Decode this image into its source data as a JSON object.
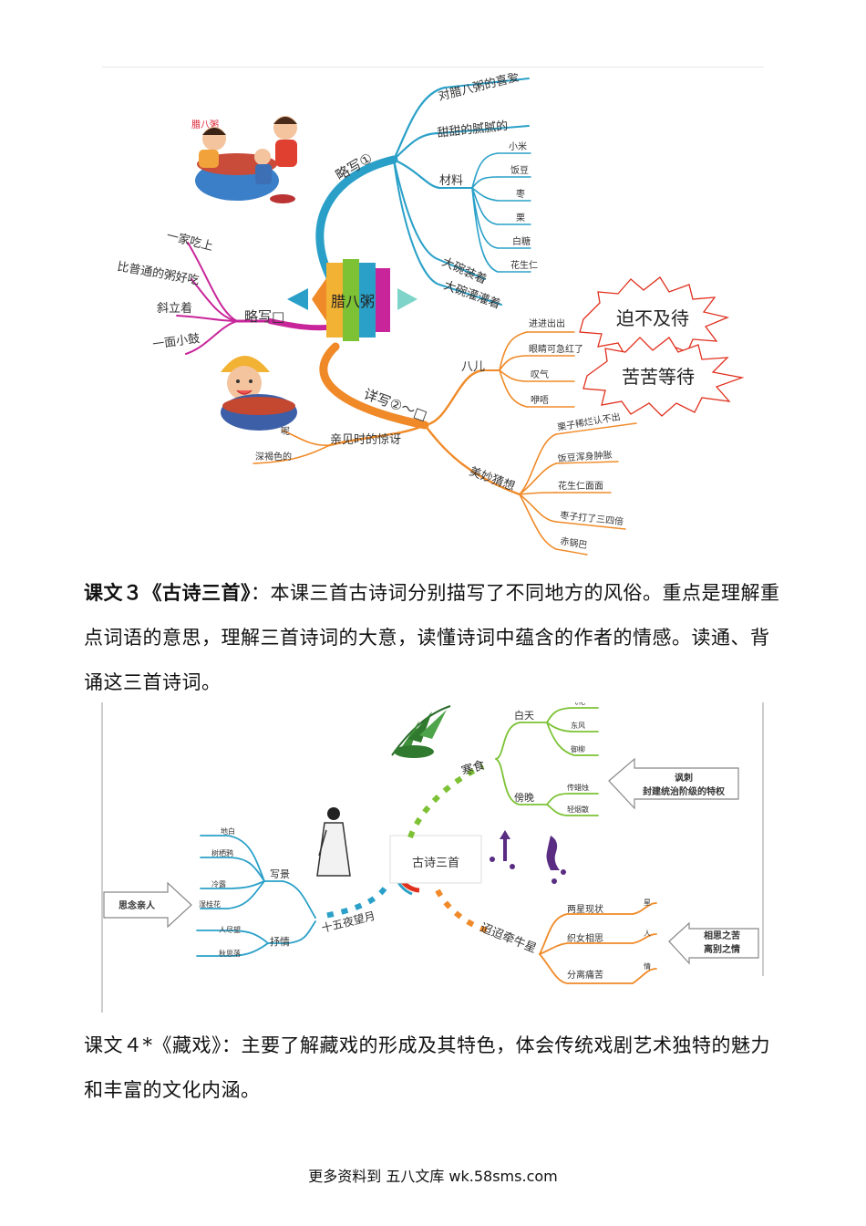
{
  "mindmap1": {
    "center": "腊八粥",
    "top_branch": {
      "label": "略写①",
      "items": [
        "对腊八粥的喜爱",
        "甜甜的腻腻的"
      ],
      "material": {
        "label": "材料",
        "items": [
          "小米",
          "饭豆",
          "枣",
          "栗",
          "白糖",
          "花生仁"
        ]
      },
      "tail": [
        "大碗装着",
        "大碗灌灌着"
      ]
    },
    "left_branch": {
      "label": "略写□",
      "items": [
        "一家吃上",
        "比普通的粥好吃",
        "斜立着",
        "一面小鼓"
      ]
    },
    "bottom_branch": {
      "label": "详写②～□",
      "baer": {
        "label": "八儿",
        "items": [
          "进进出出",
          "眼睛可急红了",
          "叹气",
          "咿唔"
        ]
      },
      "guess": {
        "label": "美妙猜想",
        "items": [
          "栗子稀烂认不出",
          "饭豆浑身肿胀",
          "花生仁面面",
          "枣子打了三四倍",
          "赤锅巴"
        ]
      },
      "surprise": {
        "label": "亲见时的惊讶",
        "items": [
          "呢",
          "深褐色的"
        ]
      }
    },
    "bursts": [
      "迫不及待",
      "苦苦等待"
    ],
    "illustration_caption": "腊八粥"
  },
  "para1": {
    "bold": "课文３《古诗三首》",
    "text": "：本课三首古诗词分别描写了不同地方的风俗。重点是理解重点词语的意思，理解三首诗词的大意，读懂诗词中蕴含的作者的情感。读通、背诵这三首诗词。"
  },
  "mindmap2": {
    "center": "古诗三首",
    "hanshi": {
      "label": "寒食",
      "day": {
        "label": "白天",
        "items": [
          "飞花",
          "东风",
          "御柳"
        ]
      },
      "evening": {
        "label": "傍晚",
        "items": [
          "传蜡烛",
          "轻烟散"
        ]
      },
      "note": [
        "讽刺",
        "封建统治阶级的特权"
      ]
    },
    "shiwu": {
      "label": "十五夜望月",
      "scene": {
        "label": "写景",
        "items": [
          "地白",
          "树栖鸦",
          "冷露",
          "湿桂花"
        ]
      },
      "emotion": {
        "label": "抒情",
        "items": [
          "人尽望",
          "秋思落"
        ]
      },
      "note": "思念亲人"
    },
    "tiaotiao": {
      "label": "迢迢牵牛星",
      "items": [
        "两星现状",
        "织女相思",
        "分离痛苦"
      ],
      "marks": [
        "星",
        "人",
        "情"
      ],
      "note": [
        "相思之苦",
        "离别之情"
      ]
    }
  },
  "para2": {
    "text": "课文４*《藏戏》：主要了解藏戏的形成及其特色，体会传统戏剧艺术独特的魅力和丰富的文化内涵。"
  },
  "footer": "更多资料到 五八文库 wk.58sms.com",
  "colors": {
    "blue": "#2aa0c8",
    "magenta": "#c8259a",
    "orange": "#f08a28",
    "green": "#7cc234",
    "red": "#e0301e"
  }
}
